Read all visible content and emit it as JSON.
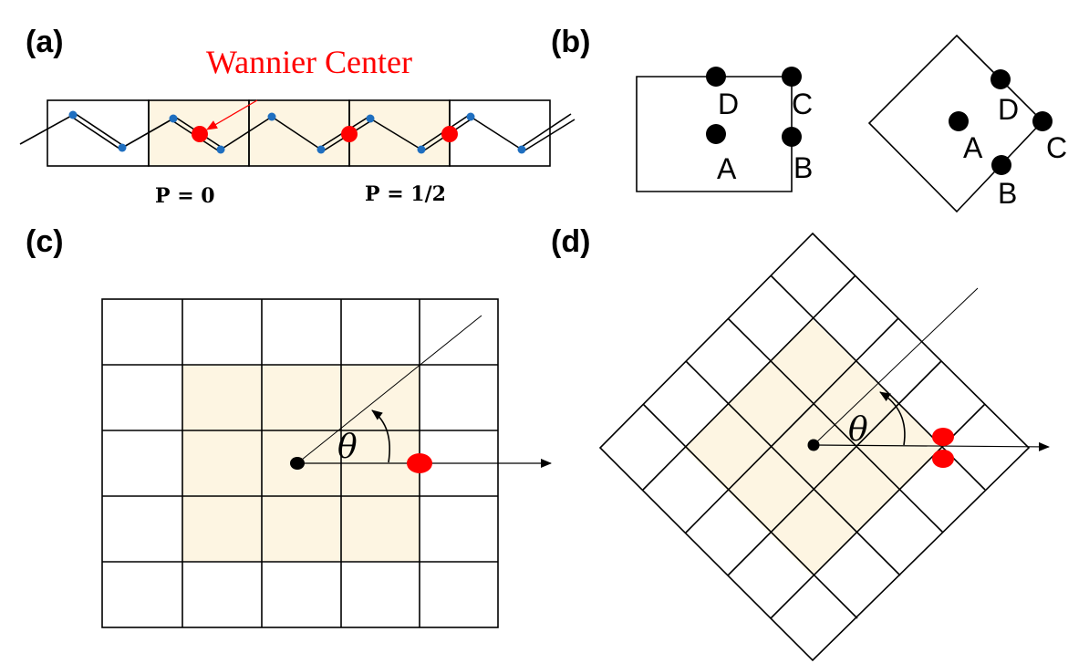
{
  "panels": {
    "a": {
      "label": "(a)"
    },
    "b": {
      "label": "(b)"
    },
    "c": {
      "label": "(c)"
    },
    "d": {
      "label": "(d)"
    }
  },
  "panel_a": {
    "wannier_label": "Wannier Center",
    "polarization_left": "P = 0",
    "polarization_right": "P = 1/2"
  },
  "panel_b": {
    "points": [
      "A",
      "B",
      "C",
      "D"
    ]
  },
  "panel_c": {
    "angle_symbol": "θ"
  },
  "panel_d": {
    "angle_symbol": "θ"
  },
  "colors": {
    "wannier_center": "#ff0000",
    "atom": "#1f6fc0",
    "highlight_cell": "#fdf5e2",
    "line": "#000000"
  }
}
